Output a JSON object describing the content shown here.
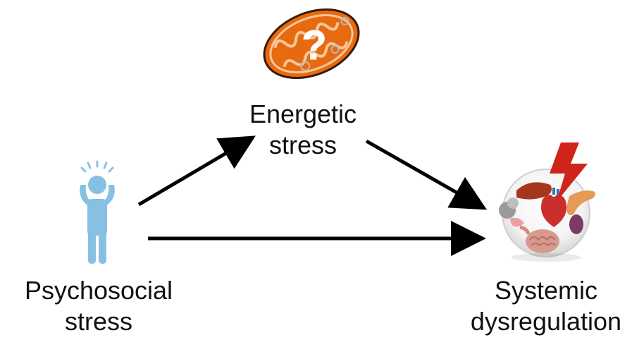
{
  "nodes": {
    "energetic": {
      "line1": "Energetic",
      "line2": "stress"
    },
    "psychosocial": {
      "line1": "Psychosocial",
      "line2": "stress"
    },
    "systemic": {
      "line1": "Systemic",
      "line2": "dysregulation"
    }
  },
  "icons": {
    "mitochondrion": {
      "name": "mitochondrion-question-icon",
      "glyph": "?",
      "color": "#e86a10"
    },
    "person": {
      "name": "stressed-person-icon",
      "color": "#86c1e4"
    },
    "organs": {
      "name": "organs-icon"
    },
    "lightning": {
      "name": "lightning-bolt-icon",
      "color": "#d0241a"
    }
  },
  "edges": [
    {
      "from": "psychosocial",
      "to": "energetic"
    },
    {
      "from": "energetic",
      "to": "systemic"
    },
    {
      "from": "psychosocial",
      "to": "systemic"
    }
  ]
}
